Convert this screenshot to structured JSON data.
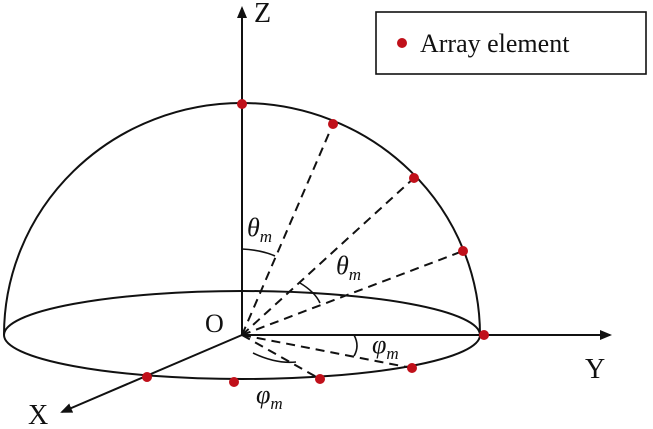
{
  "axes": {
    "z_label": "Z",
    "y_label": "Y",
    "x_label": "X",
    "origin_label": "O"
  },
  "legend": {
    "label": "Array element",
    "marker_color": "#c0101a"
  },
  "angles": {
    "theta_symbol": "θ",
    "theta_subscript": "m",
    "phi_symbol": "φ",
    "phi_subscript": "m"
  },
  "colors": {
    "line": "#111111",
    "element": "#c0101a"
  }
}
